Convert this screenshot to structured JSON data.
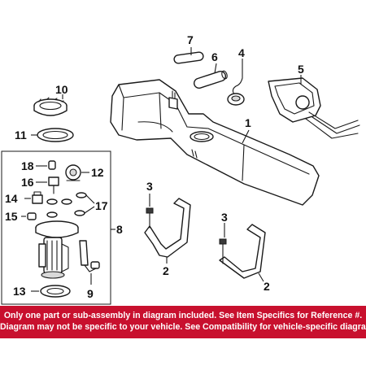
{
  "callouts": {
    "c1": "1",
    "c2a": "2",
    "c2b": "2",
    "c3a": "3",
    "c3b": "3",
    "c4": "4",
    "c5": "5",
    "c6": "6",
    "c7": "7",
    "c8": "8",
    "c9": "9",
    "c10": "10",
    "c11": "11",
    "c12": "12",
    "c13": "13",
    "c14": "14",
    "c15": "15",
    "c16": "16",
    "c17": "17",
    "c18": "18"
  },
  "footer": {
    "line1": "Only one part or sub-assembly in diagram included. See Item Specifics for Reference #.",
    "line2": "Diagram may not be specific to your vehicle. See Compatibility for vehicle-specific diagrams."
  },
  "colors": {
    "footer_bg": "#c8102e",
    "footer_text": "#ffffff",
    "line": "#1a1a1a"
  }
}
